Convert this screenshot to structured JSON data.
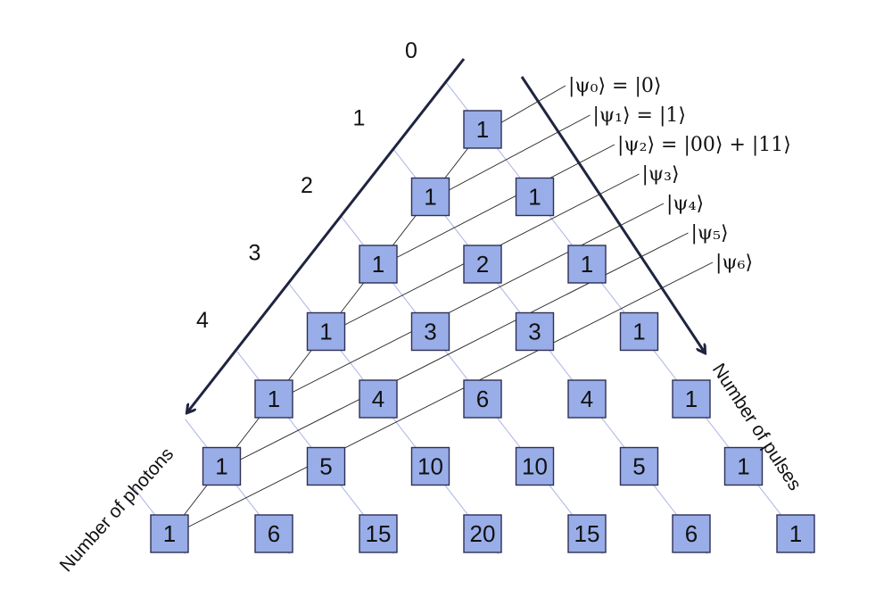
{
  "rows": [
    {
      "label": "0",
      "values": [
        "1"
      ]
    },
    {
      "label": "1",
      "values": [
        "1",
        "1"
      ]
    },
    {
      "label": "2",
      "values": [
        "1",
        "2",
        "1"
      ]
    },
    {
      "label": "3",
      "values": [
        "1",
        "3",
        "3",
        "1"
      ]
    },
    {
      "label": "4",
      "values": [
        "1",
        "4",
        "6",
        "4",
        "1"
      ]
    },
    {
      "label": "",
      "values": [
        "1",
        "5",
        "10",
        "10",
        "5",
        "1"
      ]
    },
    {
      "label": "",
      "values": [
        "1",
        "6",
        "15",
        "20",
        "15",
        "6",
        "1"
      ]
    }
  ],
  "state_labels": [
    "|ψ₀⟩ = |0⟩",
    "|ψ₁⟩ = |1⟩",
    "|ψ₂⟩ = |00⟩ + |11⟩",
    "|ψ₃⟩",
    "|ψ₄⟩",
    "|ψ₅⟩",
    "|ψ₆⟩"
  ],
  "axes": {
    "photons_label": "Number of photons",
    "pulses_label": "Number of pulses"
  },
  "colors": {
    "cell_fill": "#99aee8",
    "cell_stroke": "#2f2f55",
    "guide_line": "#aab3e6",
    "arrow": "#1f2440"
  }
}
